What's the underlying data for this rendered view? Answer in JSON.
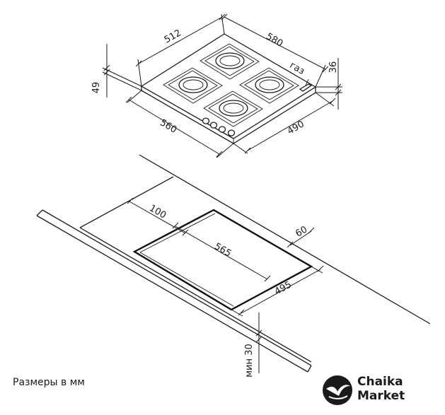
{
  "diagram": {
    "hob": {
      "dim_depth_top": "512",
      "dim_width_top": "580",
      "dim_height_right": "36",
      "dim_height_left": "49",
      "dim_width_bottom": "560",
      "dim_depth_bottom": "490",
      "gas_label": "газ"
    },
    "cutout": {
      "dim_offset_back": "100",
      "dim_offset_side": "60",
      "dim_width": "565",
      "dim_depth": "495",
      "dim_min_thickness": "мин 30"
    }
  },
  "footer": {
    "note": "Размеры в мм",
    "brand_line1": "Chaika",
    "brand_line2": "Market"
  }
}
